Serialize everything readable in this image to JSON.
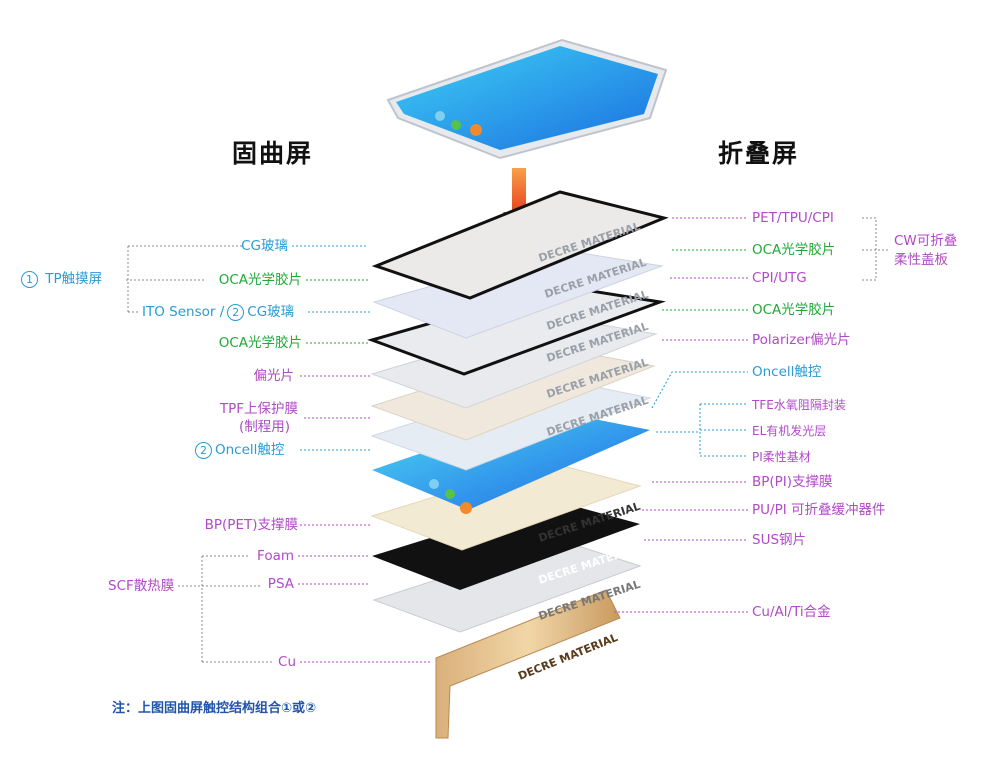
{
  "headings": {
    "left": "固曲屏",
    "right": "折叠屏"
  },
  "left_labels": {
    "tp_group": "TP触摸屏",
    "tp_group_num": "1",
    "cg_glass_1": "CG玻璃",
    "oca_1": "OCA光学胶片",
    "ito_sensor": "ITO Sensor /",
    "ito_num": "2",
    "cg_glass_2": "CG玻璃",
    "oca_2": "OCA光学胶片",
    "polarizer": "偏光片",
    "tpf_line1": "TPF上保护膜",
    "tpf_line2": "(制程用)",
    "oncell_num": "2",
    "oncell": "Oncell触控",
    "bp_pet": "BP(PET)支撑膜",
    "scf_group": "SCF散热膜",
    "foam": "Foam",
    "psa": "PSA",
    "cu": "Cu"
  },
  "right_labels": {
    "pet_tpu_cpi": "PET/TPU/CPI",
    "oca_1": "OCA光学胶片",
    "cpi_utg": "CPI/UTG",
    "cw_group_line1": "CW可折叠",
    "cw_group_line2": "柔性盖板",
    "oca_2": "OCA光学胶片",
    "polarizer": "Polarizer偏光片",
    "oncell": "Oncell触控",
    "tfe": "TFE水氧阻隔封装",
    "el": "EL有机发光层",
    "pi": "PI柔性基材",
    "bp_pi": "BP(PI)支撑膜",
    "pu_pi": "PU/PI 可折叠缓冲器件",
    "sus": "SUS钢片",
    "cu_al_ti": "Cu/Al/Ti合金"
  },
  "watermark": "DECRE MATERIAL",
  "note": "注：上图固曲屏触控结构组合①或②",
  "colors": {
    "blue": "#2a9bd3",
    "green": "#22a83a",
    "purple": "#b04ac8",
    "arrow": "#f06a1e"
  }
}
